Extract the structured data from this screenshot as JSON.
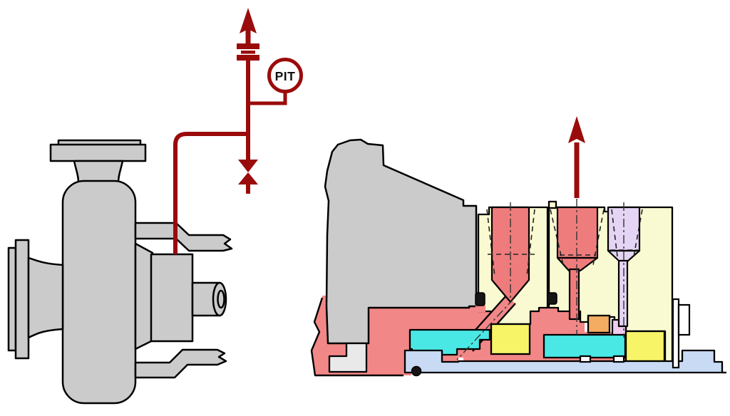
{
  "figure": {
    "type": "engineering-schematic",
    "description": "Centrifugal pump with pressure-transmitter vent piping (left) and mechanical seal chamber cross-section with three tapered ports and vent arrow (right)"
  },
  "instrument": {
    "tag": "PIT"
  },
  "symbols": {
    "up_arrow_left": "vent-flow-arrow",
    "orifice": "orifice-restriction-symbol",
    "valve": "isolation-valve-symbol",
    "up_arrow_right": "seal-vent-arrow"
  },
  "colors": {
    "piping_red": "#9a0b0b",
    "pump_gray": "#cbcbcb",
    "light_gray": "#e9e9e9",
    "housing_cream": "#fafad2",
    "process_salmon": "#f28787",
    "port_salmon": "#ef7c7c",
    "port_lavender": "#e5d4f4",
    "violet_ring": "#f2cbef",
    "sleeve_cyan": "#4ae8e4",
    "seal_face_yellow": "#f8f468",
    "spacer_orange": "#f3ac62",
    "shaft_blue": "#c9daf4",
    "outline_black": "#000000",
    "background": "#ffffff"
  }
}
